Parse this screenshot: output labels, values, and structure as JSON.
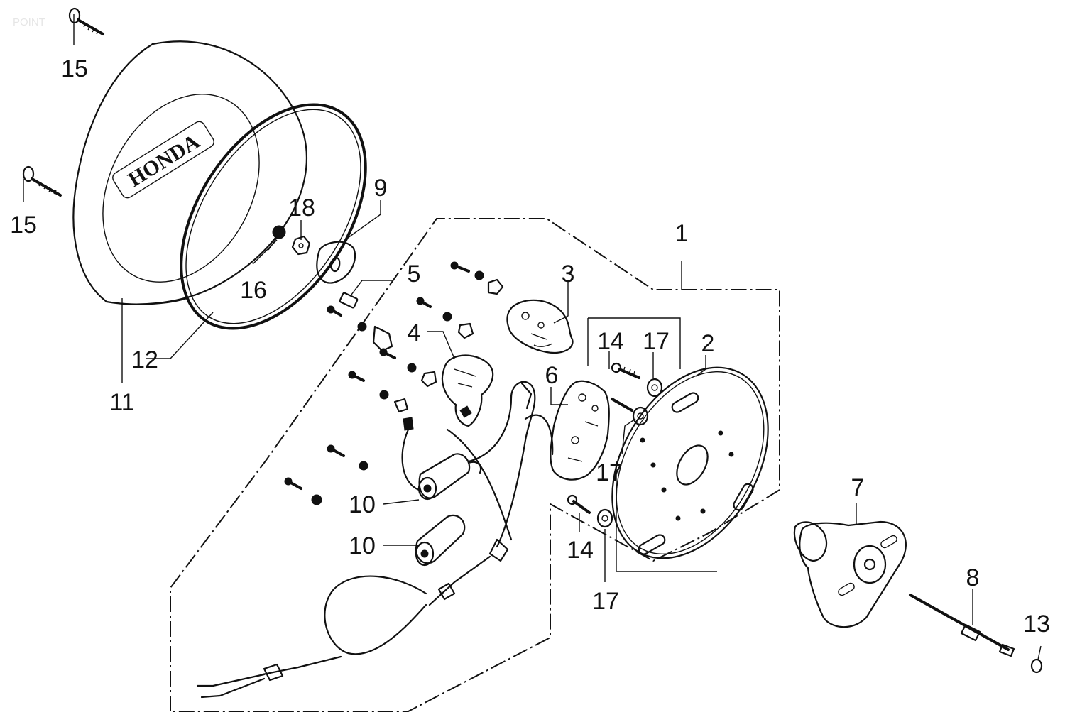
{
  "watermark": "POINT",
  "badge_text": "HONDA",
  "labels": {
    "l1": "1",
    "l2": "2",
    "l3": "3",
    "l4": "4",
    "l5": "5",
    "l6": "6",
    "l7": "7",
    "l8": "8",
    "l9": "9",
    "l10a": "10",
    "l10b": "10",
    "l11": "11",
    "l12": "12",
    "l13": "13",
    "l14a": "14",
    "l14b": "14",
    "l15a": "15",
    "l15b": "15",
    "l16": "16",
    "l17a": "17",
    "l17b": "17",
    "l17c": "17",
    "l18": "18"
  }
}
